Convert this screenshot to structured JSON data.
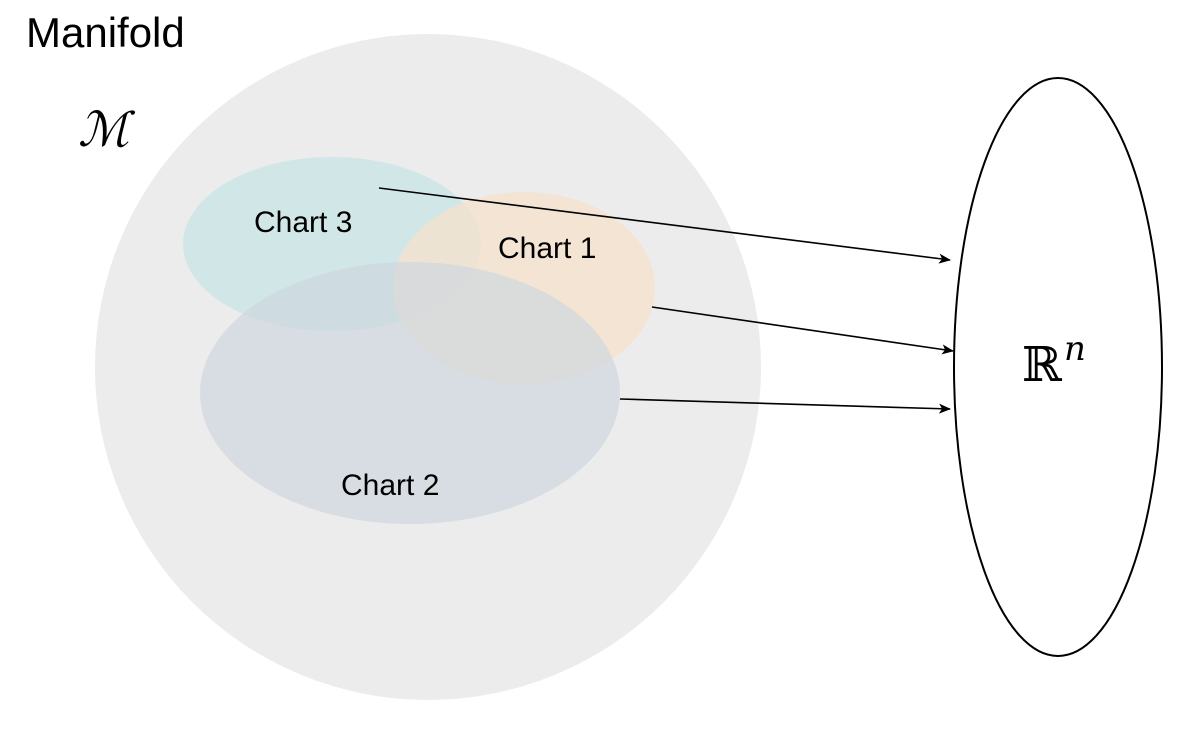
{
  "title": "Manifold",
  "manifold": {
    "symbol": "ℳ",
    "fill": "#ececec"
  },
  "charts": [
    {
      "label": "Chart 3",
      "fill": "#c8e6e6",
      "opacity": 0.75
    },
    {
      "label": "Chart 1",
      "fill": "#f5e2cc",
      "opacity": 0.75
    },
    {
      "label": "Chart 2",
      "fill": "#cdd6df",
      "opacity": 0.65
    }
  ],
  "target_space": {
    "symbol": "ℝ",
    "exponent": "n",
    "stroke": "#000000",
    "fill": "#ffffff"
  },
  "arrows": [
    {
      "from": "Chart 3",
      "to": "ℝⁿ"
    },
    {
      "from": "Chart 1",
      "to": "ℝⁿ"
    },
    {
      "from": "Chart 2",
      "to": "ℝⁿ"
    }
  ]
}
